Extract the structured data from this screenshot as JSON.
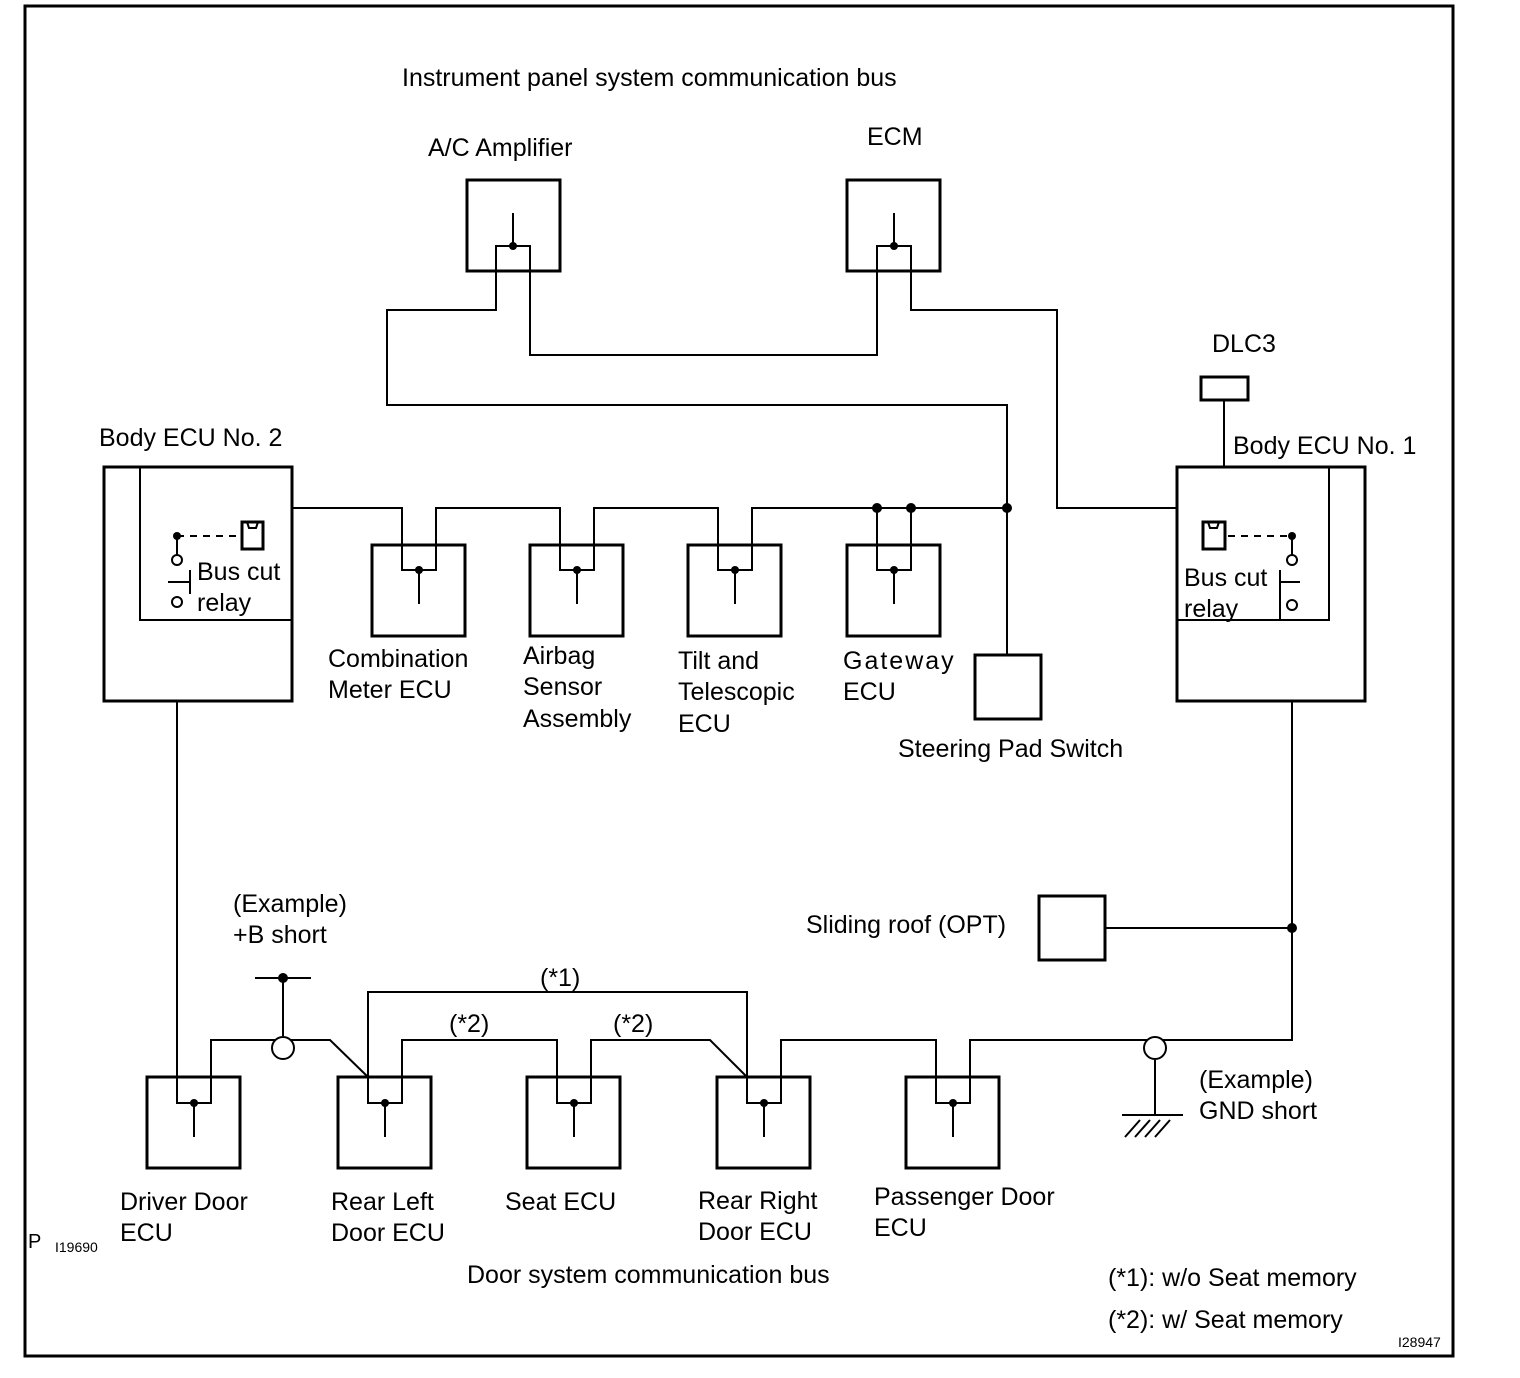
{
  "title_top": "Instrument panel system communication bus",
  "title_bottom": "Door system communication bus",
  "nodes": {
    "ac_amplifier": "A/C Amplifier",
    "ecm": "ECM",
    "dlc3": "DLC3",
    "body_ecu_2": "Body ECU No. 2",
    "body_ecu_1": "Body ECU No. 1",
    "combination_meter": [
      "Combination",
      "Meter ECU"
    ],
    "airbag_sensor": [
      "Airbag",
      "Sensor",
      "Assembly"
    ],
    "tilt_telescopic": [
      "Tilt and",
      "Telescopic",
      "ECU"
    ],
    "gateway": [
      "Gateway",
      "ECU"
    ],
    "steering_pad": "Steering Pad Switch",
    "sliding_roof": "Sliding roof (OPT)",
    "driver_door": [
      "Driver Door",
      "ECU"
    ],
    "rear_left_door": [
      "Rear Left",
      "Door ECU"
    ],
    "seat_ecu": "Seat ECU",
    "rear_right_door": [
      "Rear Right",
      "Door ECU"
    ],
    "passenger_door": [
      "Passenger Door",
      "ECU"
    ]
  },
  "relays": {
    "left": [
      "Bus cut",
      "relay"
    ],
    "right": [
      "Bus cut",
      "relay"
    ]
  },
  "faults": {
    "b_short": [
      "(Example)",
      "+B short"
    ],
    "gnd_short": [
      "(Example)",
      "GND short"
    ]
  },
  "markers": {
    "star1": "(*1)",
    "star2": "(*2)"
  },
  "legend": {
    "star1": "(*1): w/o Seat memory",
    "star2": "(*2): w/ Seat memory"
  },
  "codes": {
    "p": "P",
    "left": "I19690",
    "right": "I28947"
  }
}
